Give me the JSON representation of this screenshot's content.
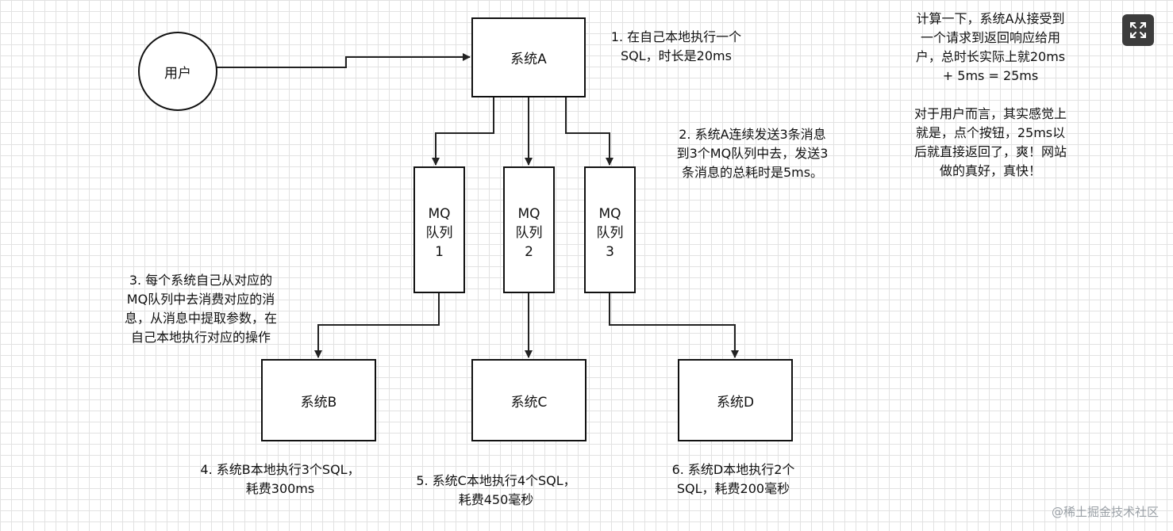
{
  "diagram": {
    "user_label": "用户",
    "system_a": "系统A",
    "queues": [
      {
        "lines": [
          "MQ",
          "队列",
          "1"
        ]
      },
      {
        "lines": [
          "MQ",
          "队列",
          "2"
        ]
      },
      {
        "lines": [
          "MQ",
          "队列",
          "3"
        ]
      }
    ],
    "system_b": "系统B",
    "system_c": "系统C",
    "system_d": "系统D"
  },
  "notes": {
    "n1": [
      "1. 在自己本地执行一个",
      "SQL，时长是20ms"
    ],
    "n2": [
      "2. 系统A连续发送3条消息",
      "到3个MQ队列中去，发送3",
      "条消息的总耗时是5ms。"
    ],
    "n3": [
      "3. 每个系统自己从对应的",
      "MQ队列中去消费对应的消",
      "息，从消息中提取参数，在",
      "自己本地执行对应的操作"
    ],
    "n4": [
      "4. 系统B本地执行3个SQL，",
      "耗费300ms"
    ],
    "n5": [
      "5. 系统C本地执行4个SQL，",
      "耗费450毫秒"
    ],
    "n6": [
      "6. 系统D本地执行2个",
      "SQL，耗费200毫秒"
    ],
    "calc": [
      "计算一下，系统A从接受到",
      "一个请求到返回响应给用",
      "户，总时长实际上就20ms",
      "+ 5ms = 25ms",
      "",
      "对于用户而言，其实感觉上",
      "就是，点个按钮，25ms以",
      "后就直接返回了，爽！网站",
      "做的真好，真快！"
    ]
  },
  "ui": {
    "expand_icon": "expand-arrows-icon",
    "watermark": "@稀土掘金技术社区"
  }
}
